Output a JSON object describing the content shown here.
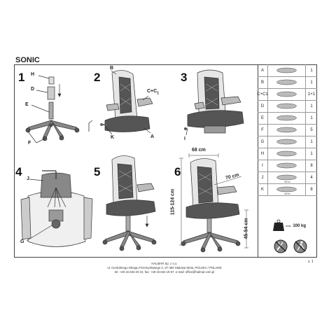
{
  "title": "SONIC",
  "steps": [
    "1",
    "2",
    "3",
    "4",
    "5",
    "6"
  ],
  "labels": {
    "H": "H",
    "D": "D",
    "E": "E",
    "F": "F",
    "B": "B",
    "CC1": "C+C",
    "CC1_sub": "1",
    "K": "K",
    "A": "A",
    "I": "I",
    "J": "J",
    "G": "G"
  },
  "dimensions": {
    "width": "68 cm",
    "depth": "70 cm",
    "height": "115-124 cm",
    "seat": "45-54 cm"
  },
  "parts": [
    {
      "letter": "A",
      "qty": "1",
      "cap": ""
    },
    {
      "letter": "B",
      "qty": "1",
      "cap": ""
    },
    {
      "letter": "C+C1",
      "qty": "1+1",
      "cap": ""
    },
    {
      "letter": "D",
      "qty": "1",
      "cap": ""
    },
    {
      "letter": "E",
      "qty": "1",
      "cap": ""
    },
    {
      "letter": "F",
      "qty": "5",
      "cap": ""
    },
    {
      "letter": "G",
      "qty": "1",
      "cap": ""
    },
    {
      "letter": "H",
      "qty": "1",
      "cap": ""
    },
    {
      "letter": "I",
      "qty": "8",
      "cap": ""
    },
    {
      "letter": "J",
      "qty": "4",
      "cap": "M6*20"
    },
    {
      "letter": "K",
      "qty": "8",
      "cap": "M8*25"
    }
  ],
  "weight": {
    "prefix": "max.",
    "value": "100 kg"
  },
  "version": "v. 1",
  "footer": {
    "company": "HALMAR Sp. z o.o.",
    "address": "ul. Centralnego Okręgu Przemysłowego 2, 37-450 Stalowa Wola, POLSKA / POLAND",
    "contact": "tel. +48 15 843 20 10, fax: +48 15 842 19 57, e-mail: office@halmar.com.pl"
  }
}
